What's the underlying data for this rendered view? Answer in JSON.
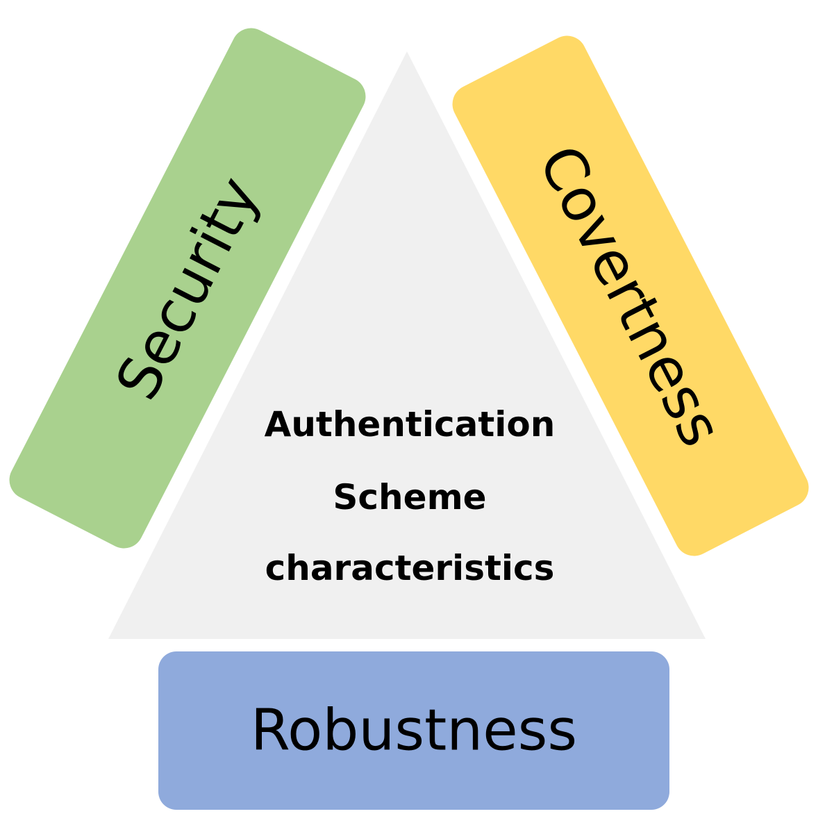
{
  "center": {
    "lines": [
      "Authentication",
      "Scheme",
      "characteristics"
    ]
  },
  "labels": {
    "left": "Security",
    "right": "Covertness",
    "bottom": "Robustness"
  },
  "colors": {
    "triangle": "#f0f0f0",
    "left": "#a9d18e",
    "right": "#ffd966",
    "bottom": "#8faadc",
    "text": "#000000"
  }
}
